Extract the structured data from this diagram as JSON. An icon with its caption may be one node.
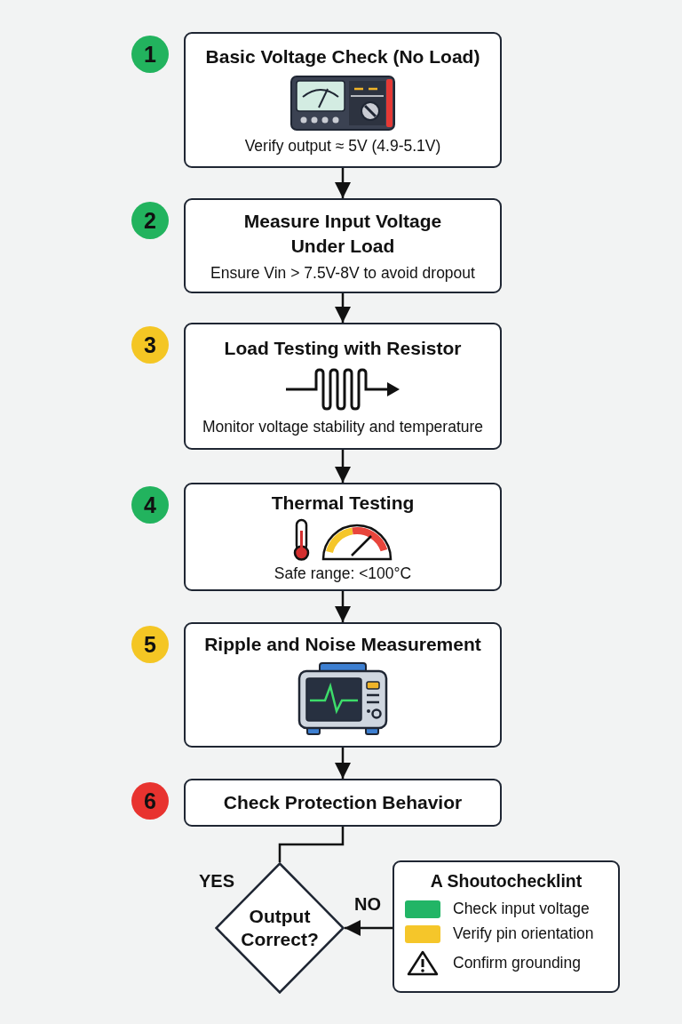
{
  "diagram": {
    "nodes": [
      {
        "text": [
          "Basic Voltage Check (No Load)",
          "Verify output ≈ 5V (4.9-5.1V)"
        ],
        "beside": [
          "1"
        ]
      },
      {
        "text": [
          "Measure Input Voltage Under Load",
          "Ensure Vin > 7.5V-8V to avoid dropout"
        ],
        "beside": [
          "2"
        ]
      },
      {
        "text": [
          "Load Testing with Resistor",
          "Monitor voltage stability and temperature"
        ],
        "beside": [
          "3"
        ]
      },
      {
        "text": [
          "Thermal Testing",
          "Safe range: <100°C"
        ],
        "beside": [
          "4"
        ]
      },
      {
        "text": [
          "Ripple and Noise Measurement"
        ],
        "beside": [
          "5"
        ]
      },
      {
        "text": [
          "Check Protection Behavior"
        ],
        "beside": [
          "6"
        ]
      },
      {
        "text": [
          "Output Correct?"
        ]
      },
      {
        "text": [
          "A Shoutochecklint"
        ]
      }
    ],
    "edges": [
      {
        "from": 0,
        "to": 1,
        "arrow": "to"
      },
      {
        "from": 1,
        "to": 2,
        "arrow": "to"
      },
      {
        "from": 2,
        "to": 3,
        "arrow": "to"
      },
      {
        "from": 3,
        "to": 4,
        "arrow": "to"
      },
      {
        "from": 4,
        "to": 5,
        "arrow": "to"
      },
      {
        "from": 5,
        "to": 6,
        "arrow": "none"
      },
      {
        "from": 7,
        "to": 6,
        "arrow": "to",
        "label": "NO"
      }
    ],
    "labels": [
      "YES"
    ],
    "legend": [
      {
        "text": "Check input voltage",
        "color": "#22b566"
      },
      {
        "text": "Verify pin orientation",
        "color": "#f5c62a"
      },
      {
        "text": "Confirm grounding"
      }
    ]
  }
}
